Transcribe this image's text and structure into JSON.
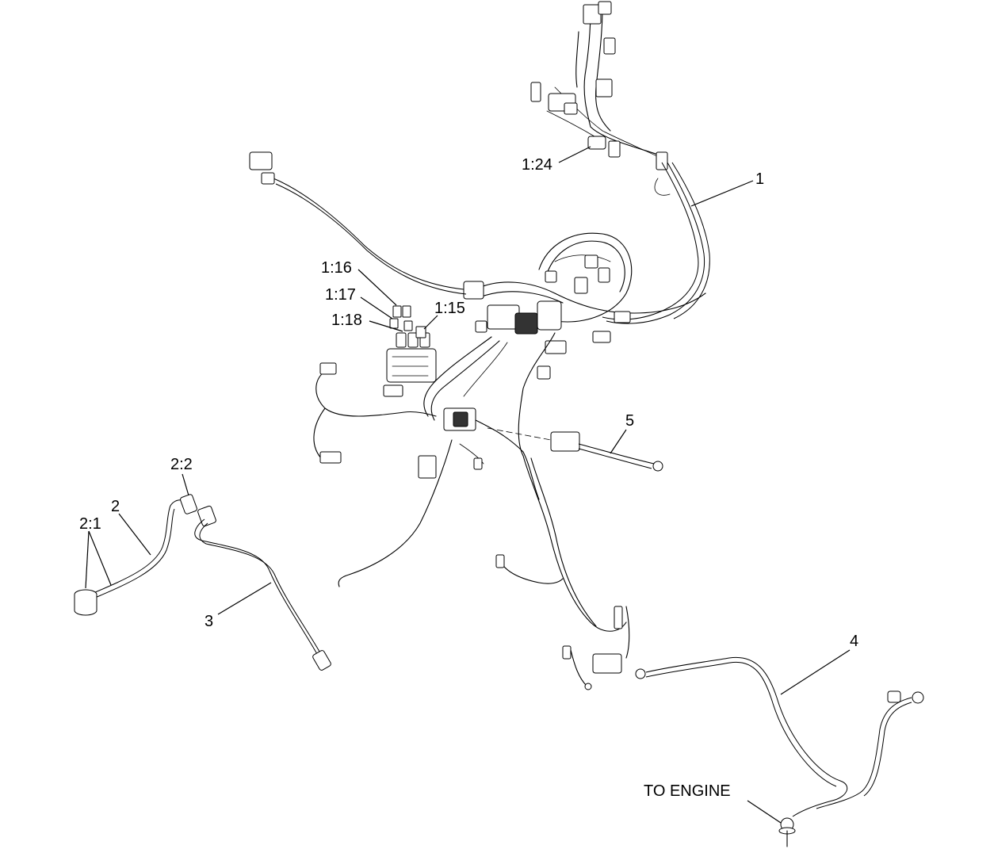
{
  "callouts": {
    "c1": "1",
    "c1_24": "1:24",
    "c1_16": "1:16",
    "c1_17": "1:17",
    "c1_18": "1:18",
    "c1_15": "1:15",
    "c5": "5",
    "c2_2": "2:2",
    "c2": "2",
    "c2_1": "2:1",
    "c3": "3",
    "c4": "4",
    "to_engine": "TO ENGINE"
  }
}
